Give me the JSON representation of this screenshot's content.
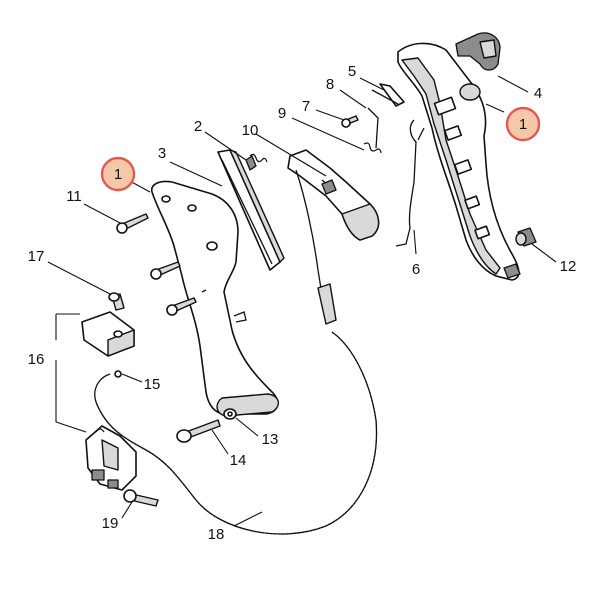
{
  "diagram": {
    "highlight_color": "#e05a52",
    "highlight_fill": "#f4c8a8",
    "callouts": [
      {
        "id": "c1a",
        "label": "1",
        "highlighted": true
      },
      {
        "id": "c1b",
        "label": "1",
        "highlighted": true
      },
      {
        "id": "c2",
        "label": "2",
        "highlighted": false
      },
      {
        "id": "c3",
        "label": "3",
        "highlighted": false
      },
      {
        "id": "c4",
        "label": "4",
        "highlighted": false
      },
      {
        "id": "c5",
        "label": "5",
        "highlighted": false
      },
      {
        "id": "c6",
        "label": "6",
        "highlighted": false
      },
      {
        "id": "c7",
        "label": "7",
        "highlighted": false
      },
      {
        "id": "c8",
        "label": "8",
        "highlighted": false
      },
      {
        "id": "c9",
        "label": "9",
        "highlighted": false
      },
      {
        "id": "c10",
        "label": "10",
        "highlighted": false
      },
      {
        "id": "c11",
        "label": "11",
        "highlighted": false
      },
      {
        "id": "c12",
        "label": "12",
        "highlighted": false
      },
      {
        "id": "c13",
        "label": "13",
        "highlighted": false
      },
      {
        "id": "c14",
        "label": "14",
        "highlighted": false
      },
      {
        "id": "c15",
        "label": "15",
        "highlighted": false
      },
      {
        "id": "c16",
        "label": "16",
        "highlighted": false
      },
      {
        "id": "c17",
        "label": "17",
        "highlighted": false
      },
      {
        "id": "c18",
        "label": "18",
        "highlighted": false
      },
      {
        "id": "c19",
        "label": "19",
        "highlighted": false
      }
    ]
  }
}
